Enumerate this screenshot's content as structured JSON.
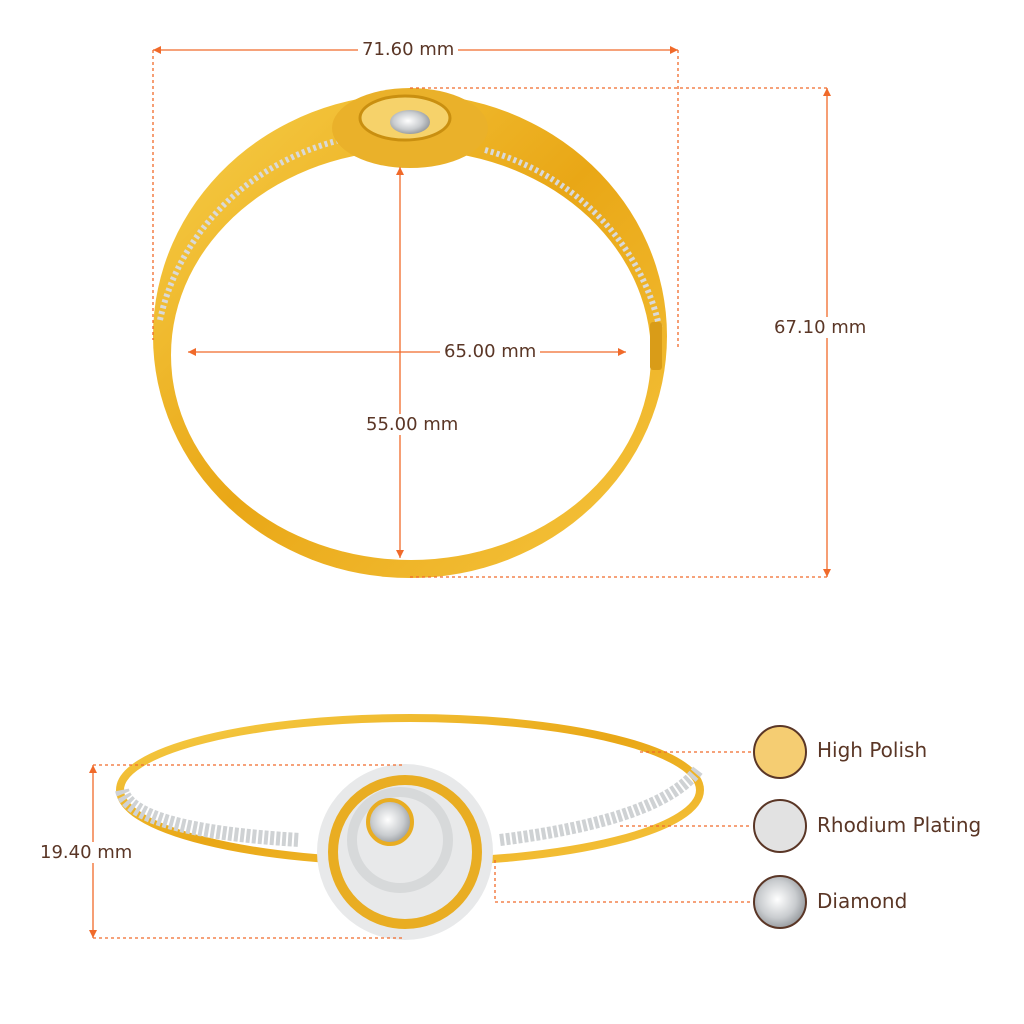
{
  "dimensions": {
    "width": "71.60 mm",
    "height": "67.10 mm",
    "inner_width": "65.00 mm",
    "inner_height": "55.00 mm",
    "side_height": "19.40 mm"
  },
  "legend": [
    {
      "label": "High Polish",
      "color": "#f5cd72"
    },
    {
      "label": "Rhodium Plating",
      "color": "#e2e2e2"
    },
    {
      "label": "Diamond",
      "color": "#cfd2d4"
    }
  ],
  "colors": {
    "accent": "#f06a2a",
    "text": "#5a3626",
    "gold": "#f2b21c"
  }
}
